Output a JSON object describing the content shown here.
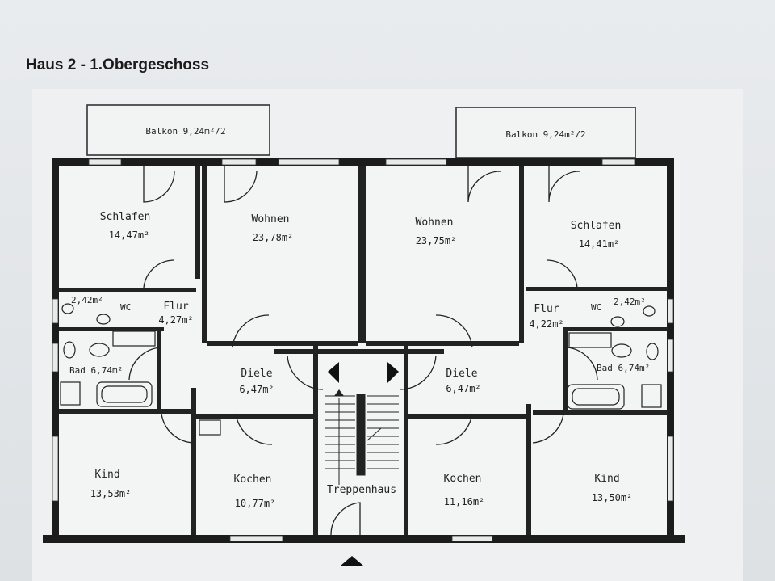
{
  "title": "Haus 2 - 1.Obergeschoss",
  "balconies": {
    "left": "Balkon 9,24m²/2",
    "right": "Balkon 9,24m²/2"
  },
  "rooms": {
    "schlafen_left": {
      "name": "Schlafen",
      "area": "14,47m²"
    },
    "wohnen_left": {
      "name": "Wohnen",
      "area": "23,78m²"
    },
    "wohnen_right": {
      "name": "Wohnen",
      "area": "23,75m²"
    },
    "schlafen_right": {
      "name": "Schlafen",
      "area": "14,41m²"
    },
    "wc_left": {
      "name": "WC",
      "area": "2,42m²"
    },
    "wc_right": {
      "name": "WC",
      "area": "2,42m²"
    },
    "flur_left": {
      "name": "Flur",
      "area": "4,27m²"
    },
    "flur_right": {
      "name": "Flur",
      "area": "4,22m²"
    },
    "bad_left": {
      "label": "Bad 6,74m²"
    },
    "bad_right": {
      "label": "Bad 6,74m²"
    },
    "diele_left": {
      "name": "Diele",
      "area": "6,47m²"
    },
    "diele_right": {
      "name": "Diele",
      "area": "6,47m²"
    },
    "kind_left": {
      "name": "Kind",
      "area": "13,53m²"
    },
    "kochen_left": {
      "name": "Kochen",
      "area": "10,77m²"
    },
    "treppenhaus": {
      "name": "Treppenhaus"
    },
    "kochen_right": {
      "name": "Kochen",
      "area": "11,16m²"
    },
    "kind_right": {
      "name": "Kind",
      "area": "13,50m²"
    }
  },
  "colors": {
    "wall": "#1c1c1c",
    "paper": "#f4f5f5"
  }
}
